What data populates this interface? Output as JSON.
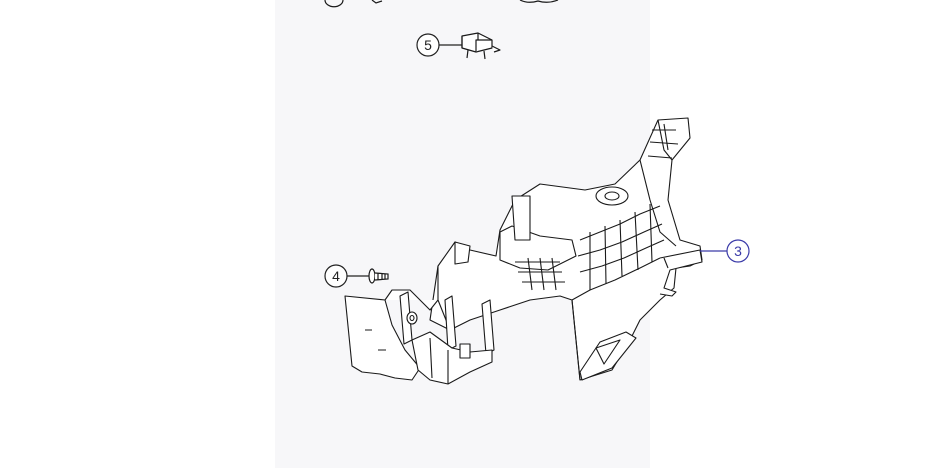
{
  "callouts": {
    "c3": {
      "label": "3",
      "color": "#3a3aa8"
    },
    "c4": {
      "label": "4",
      "color": "#222222"
    },
    "c5": {
      "label": "5",
      "color": "#222222"
    }
  },
  "colors": {
    "line": "#1a1a1a",
    "panel": "#f7f7f9",
    "leader_blue": "#3a3aa8"
  }
}
